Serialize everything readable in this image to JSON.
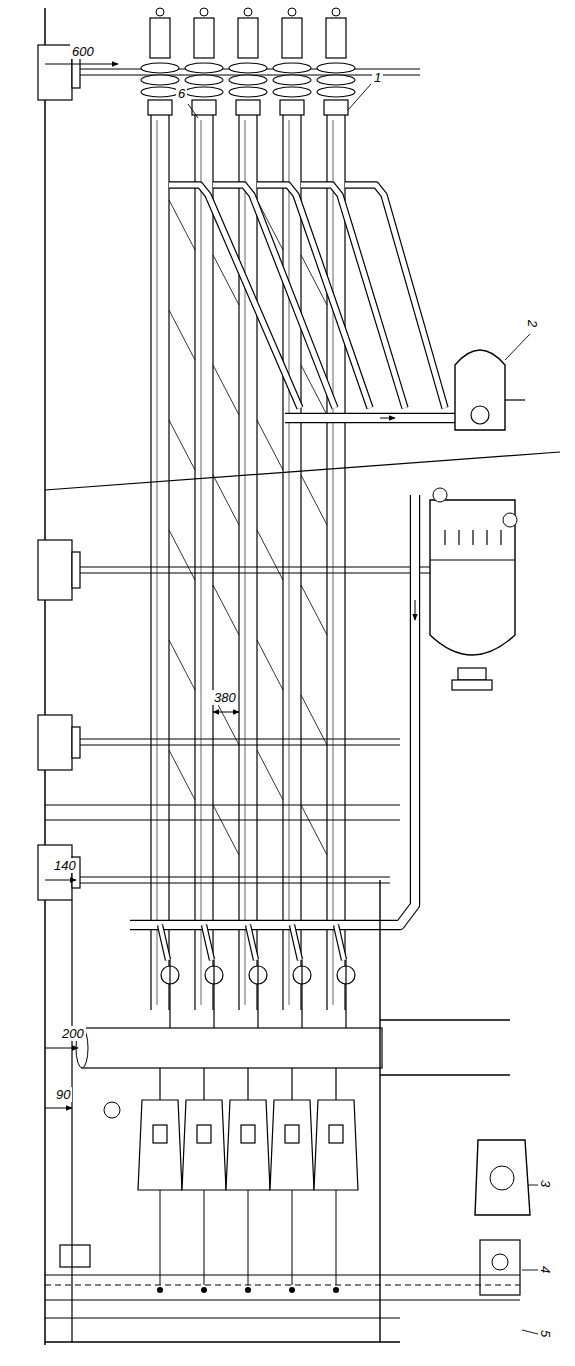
{
  "diagram": {
    "labels": [
      "600",
      "6",
      "1",
      "2",
      "380",
      "140",
      "200",
      "90",
      "3",
      "4",
      "5"
    ]
  }
}
